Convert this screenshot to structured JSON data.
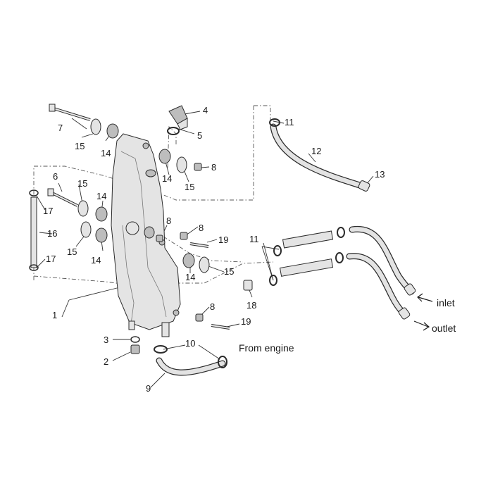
{
  "callouts": {
    "c1": "1",
    "c2": "2",
    "c3": "3",
    "c4": "4",
    "c5": "5",
    "c6": "6",
    "c7": "7",
    "c8": "8",
    "c9": "9",
    "c10": "10",
    "c11": "11",
    "c12": "12",
    "c13": "13",
    "c14": "14",
    "c15": "15",
    "c16": "16",
    "c17": "17",
    "c18": "18",
    "c19": "19"
  },
  "annotations": {
    "from_engine": "From engine",
    "inlet": "inlet",
    "outlet": "outlet"
  }
}
